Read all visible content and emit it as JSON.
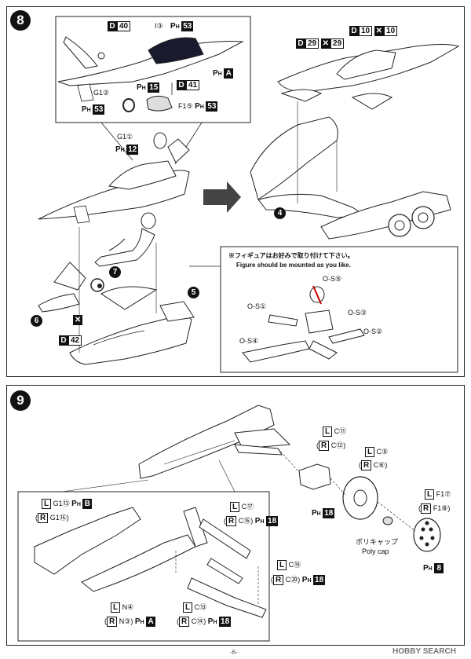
{
  "step8": {
    "number": "8",
    "callouts": {
      "top_left_part1": "40",
      "top_left_part2": "I③",
      "top_left_ph": "53",
      "ph_a": "A",
      "ph_15": "15",
      "d_41": "41",
      "g1_2": "G1②",
      "ph_53_left": "53",
      "f1_5": "F1⑤",
      "ph_53_right": "53",
      "g1_1": "G1①",
      "ph_12": "12",
      "d_29": "29",
      "x_29": "29",
      "d_10": "10",
      "x_10": "10",
      "d_42": "42"
    },
    "sub_steps": [
      "7",
      "5",
      "6",
      "4"
    ],
    "figure_note_jp": "※フィギュアはお好みで取り付けて下さい。",
    "figure_note_en": "Figure should be mounted as you like.",
    "figure_parts": [
      "O-S⑤",
      "O-S①",
      "O-S③",
      "O-S④",
      "O-S②"
    ]
  },
  "step9": {
    "number": "9",
    "labels": {
      "c11": "C⑪",
      "c12": "C⑫",
      "c5": "C⑤",
      "c6": "C⑥",
      "ph_18_top": "18",
      "f1_7": "F1⑦",
      "f1_8": "F1⑧",
      "poly_cap_jp": "ポリキャップ",
      "poly_cap_en": "Poly cap",
      "ph_8": "8",
      "g1_13": "G1⑬",
      "g1_16": "G1⑯",
      "ph_b": "B",
      "c17": "C⑰",
      "c16": "C⑯",
      "ph_18_mid": "18",
      "c19": "C⑲",
      "c20": "C⑳",
      "ph_18_right": "18",
      "n4": "N④",
      "n3": "N③",
      "ph_a": "A",
      "c13": "C⑬",
      "c14": "C⑭",
      "ph_18_bottom": "18"
    }
  },
  "common": {
    "letter_d": "D",
    "letter_l": "L",
    "letter_r": "R",
    "ph_p": "P",
    "ph_h": "H",
    "paren_open": "(",
    "paren_close": ")"
  },
  "footer": {
    "page": "-6-",
    "logo": "HOBBY SEARCH"
  }
}
